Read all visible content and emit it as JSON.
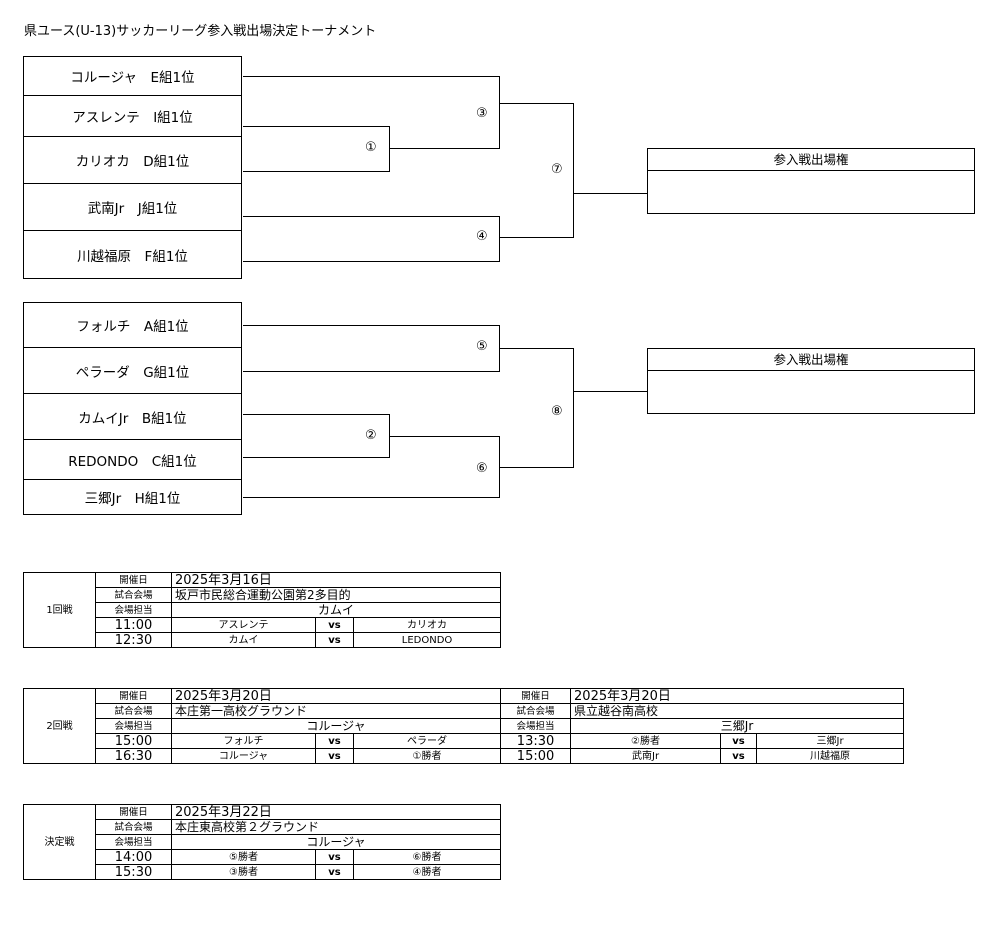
{
  "title": "県ユース(U-13)サッカーリーグ参入戦出場決定トーナメント",
  "bracket_a": {
    "teams": [
      "コルージャ　E組1位",
      "アスレンテ　I組1位",
      "カリオカ　D組1位",
      "武南Jr　J組1位",
      "川越福原　F組1位"
    ],
    "matches": [
      "③",
      "①",
      "⑦",
      "④"
    ],
    "result_header": "参入戦出場権"
  },
  "bracket_b": {
    "teams": [
      "フォルチ　A組1位",
      "ペラーダ　G組1位",
      "カムイJr　B組1位",
      "REDONDO　C組1位",
      "三郷Jr　H組1位"
    ],
    "matches": [
      "⑤",
      "②",
      "⑧",
      "⑥"
    ],
    "result_header": "参入戦出場権"
  },
  "schedule": {
    "labels": {
      "date": "開催日",
      "venue": "試合会場",
      "manager": "会場担当",
      "vs": "vs"
    },
    "round1": {
      "name": "1回戦",
      "date": "2025年3月16日",
      "venue": "坂戸市民総合運動公園第2多目的",
      "manager": "カムイ",
      "games": [
        {
          "time": "11:00",
          "home": "アスレンテ",
          "away": "カリオカ"
        },
        {
          "time": "12:30",
          "home": "カムイ",
          "away": "LEDONDO"
        }
      ]
    },
    "round2": {
      "name": "2回戦",
      "a": {
        "date": "2025年3月20日",
        "venue": "本庄第一高校グラウンド",
        "manager": "コルージャ",
        "games": [
          {
            "time": "15:00",
            "home": "フォルチ",
            "away": "ペラーダ"
          },
          {
            "time": "16:30",
            "home": "コルージャ",
            "away": "①勝者"
          }
        ]
      },
      "b": {
        "date": "2025年3月20日",
        "venue": "県立越谷南高校",
        "manager": "三郷Jr",
        "games": [
          {
            "time": "13:30",
            "home": "②勝者",
            "away": "三郷Jr"
          },
          {
            "time": "15:00",
            "home": "武南Jr",
            "away": "川越福原"
          }
        ]
      }
    },
    "final": {
      "name": "決定戦",
      "date": "2025年3月22日",
      "venue": "本庄東高校第２グラウンド",
      "manager": "コルージャ",
      "games": [
        {
          "time": "14:00",
          "home": "⑤勝者",
          "away": "⑥勝者"
        },
        {
          "time": "15:30",
          "home": "③勝者",
          "away": "④勝者"
        }
      ]
    }
  }
}
